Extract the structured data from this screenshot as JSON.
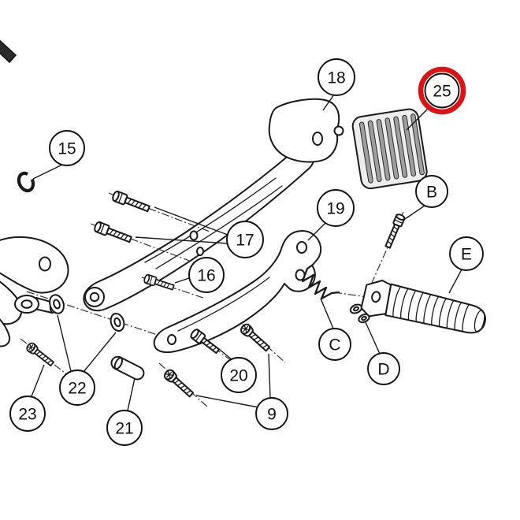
{
  "diagram": {
    "type": "exploded-parts-diagram",
    "background_color": "#ffffff",
    "line_color": "#1a1a1a",
    "highlight_color": "#dd1212",
    "highlighted_callout": "25",
    "callouts": {
      "c9": "9",
      "c15": "15",
      "c16": "16",
      "c17": "17",
      "c18": "18",
      "c19": "19",
      "c20": "20",
      "c21": "21",
      "c22": "22",
      "c23": "23",
      "c25": "25",
      "cB": "B",
      "cC": "C",
      "cD": "D",
      "cE": "E"
    }
  }
}
